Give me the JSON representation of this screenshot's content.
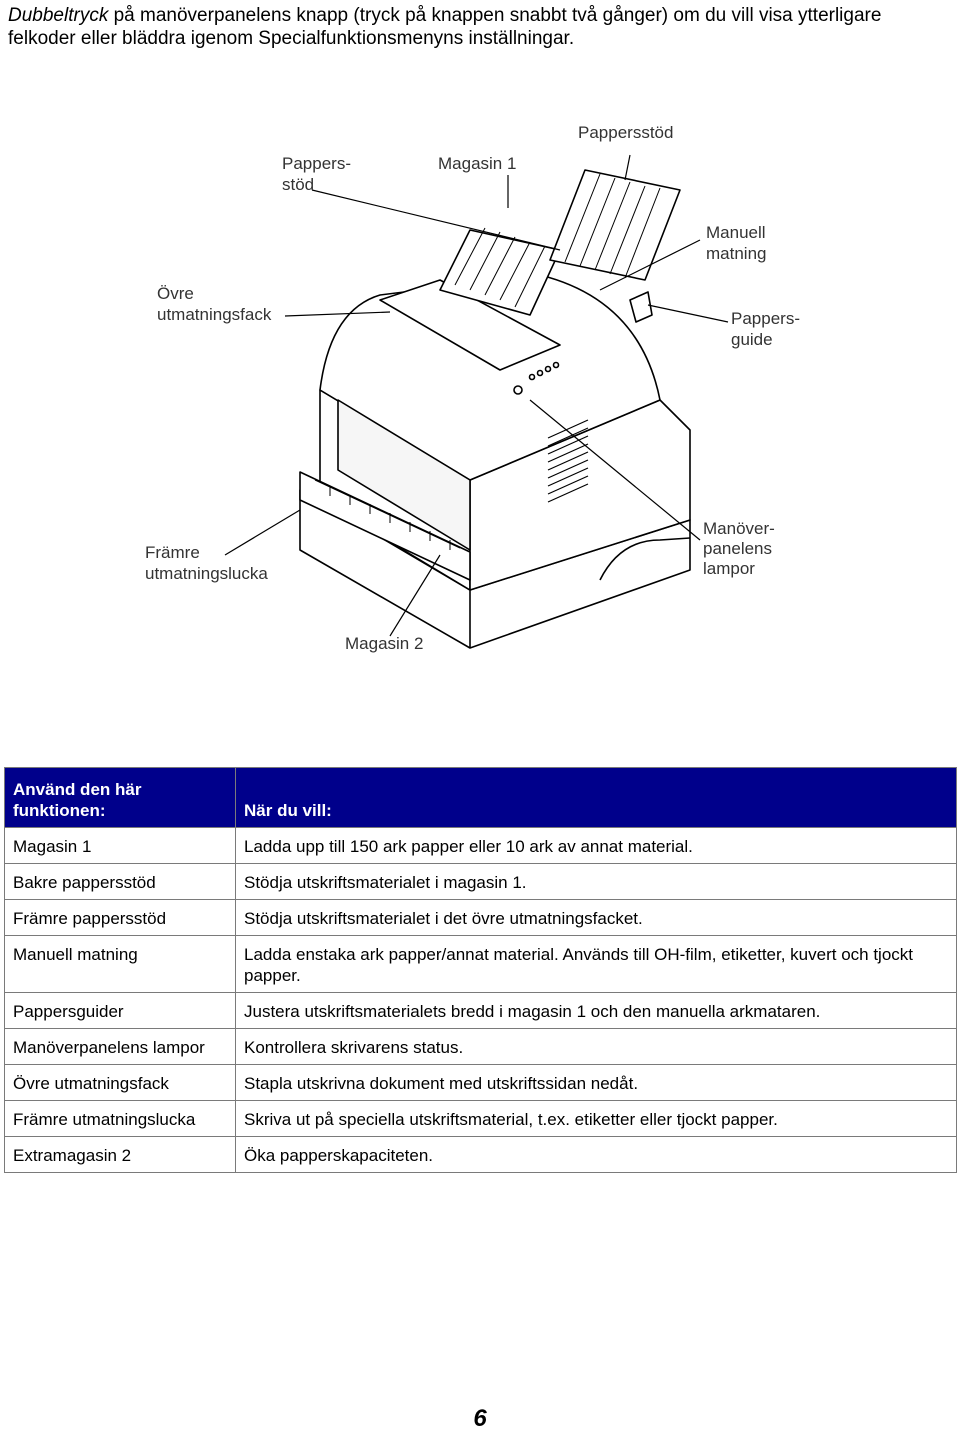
{
  "intro": {
    "italic_word": "Dubbeltryck",
    "rest": " på manöverpanelens knapp (tryck på knappen snabbt två gånger) om du vill visa ytterligare felkoder eller bläddra igenom Specialfunktionsmenyns inställningar."
  },
  "diagram": {
    "labels": {
      "pappers_stod_left_1": "Pappers-",
      "pappers_stod_left_2": "stöd",
      "magasin1": "Magasin 1",
      "pappersstod_right": "Pappersstöd",
      "manuell_1": "Manuell",
      "manuell_2": "matning",
      "ovre_1": "Övre",
      "ovre_2": "utmatningsfack",
      "guide_1": "Pappers-",
      "guide_2": "guide",
      "framre_1": "Främre",
      "framre_2": "utmatningslucka",
      "lampor_1": "Manöver-",
      "lampor_2": "panelens",
      "lampor_3": "lampor",
      "magasin2": "Magasin 2"
    }
  },
  "table": {
    "header": {
      "col1": "Använd den här funktionen:",
      "col2": "När du vill:"
    },
    "rows": [
      {
        "function": "Magasin 1",
        "purpose": "Ladda upp till 150 ark papper eller 10 ark av annat material."
      },
      {
        "function": "Bakre pappersstöd",
        "purpose": "Stödja utskriftsmaterialet i magasin 1."
      },
      {
        "function": "Främre pappersstöd",
        "purpose": "Stödja utskriftsmaterialet i det övre utmatningsfacket."
      },
      {
        "function": "Manuell matning",
        "purpose": "Ladda enstaka ark papper/annat material. Används till OH-film, etiketter, kuvert och tjockt papper."
      },
      {
        "function": "Pappersguider",
        "purpose": "Justera utskriftsmaterialets bredd i magasin 1 och den manuella arkmataren."
      },
      {
        "function": "Manöverpanelens lampor",
        "purpose": "Kontrollera skrivarens status."
      },
      {
        "function": "Övre utmatningsfack",
        "purpose": "Stapla utskrivna dokument med utskriftssidan nedåt."
      },
      {
        "function": "Främre utmatningslucka",
        "purpose": "Skriva ut på speciella utskriftsmaterial, t.ex. etiketter eller tjockt papper."
      },
      {
        "function": "Extramagasin 2",
        "purpose": "Öka papperskapaciteten."
      }
    ]
  },
  "page_number": "6"
}
